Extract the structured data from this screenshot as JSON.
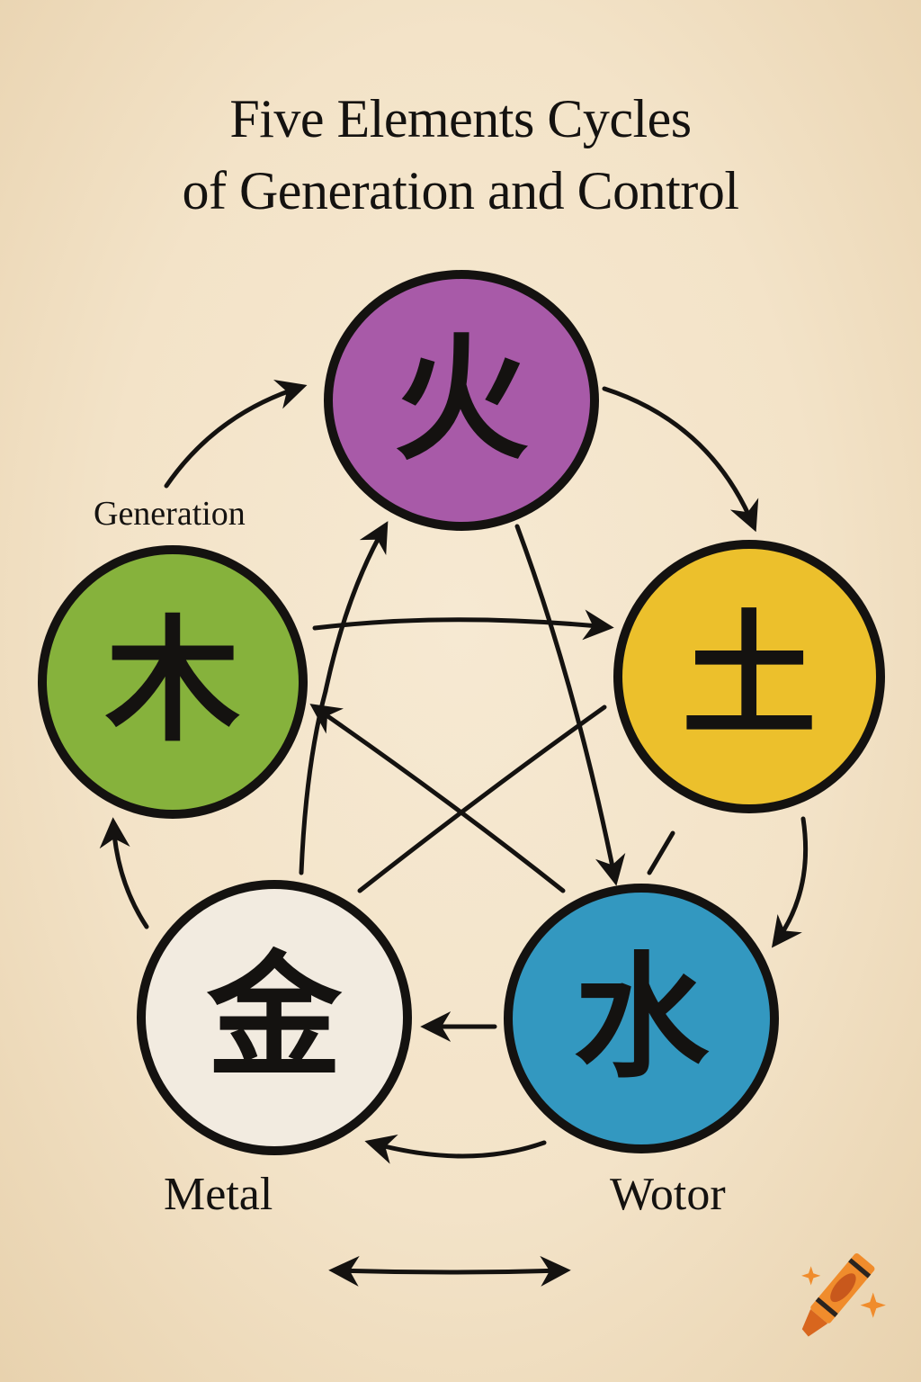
{
  "title": {
    "line1": "Five Elements Cycles",
    "line2": "of Generation and Control"
  },
  "colors": {
    "background": "#f3e3c8",
    "ink": "#141210",
    "fire": "#a85aa8",
    "earth": "#ecc02c",
    "water": "#3398c0",
    "metal": "#f2ebe0",
    "wood": "#86b23c",
    "crayon": "#f08c2c"
  },
  "elements": [
    {
      "id": "fire",
      "glyph": "火",
      "color": "#a85aa8"
    },
    {
      "id": "earth",
      "glyph": "土",
      "color": "#ecc02c"
    },
    {
      "id": "water",
      "glyph": "水",
      "color": "#3398c0"
    },
    {
      "id": "metal",
      "glyph": "金",
      "color": "#f2ebe0"
    },
    {
      "id": "wood",
      "glyph": "木",
      "color": "#86b23c"
    }
  ],
  "labels": {
    "generation": "Generation",
    "metal": "Metal",
    "water": "Wotor"
  },
  "legend": {
    "double_arrow": "double-headed-arrow"
  },
  "watermark": {
    "icon": "crayon-icon"
  }
}
